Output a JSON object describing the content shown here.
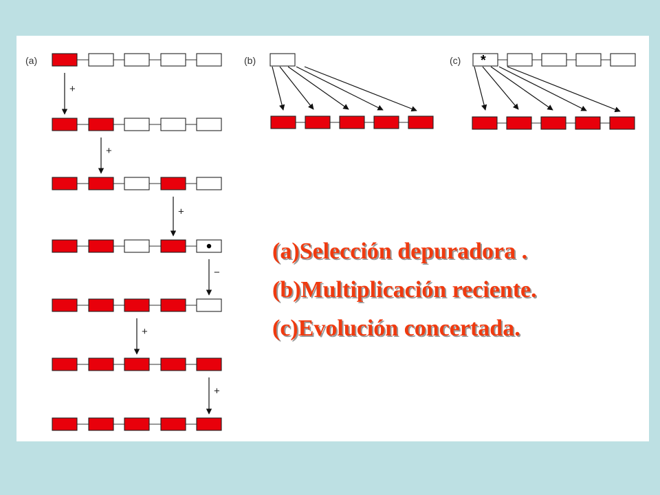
{
  "colors": {
    "background": "#bde0e3",
    "panel": "#ffffff",
    "box_filled": "#e8000b",
    "box_outline": "#222222",
    "legend_text": "#f03a0f"
  },
  "panel_labels": {
    "a": "(a)",
    "b": "(b)",
    "c": "(c)"
  },
  "panel_a": {
    "rows": [
      [
        "filled",
        "empty",
        "empty",
        "empty",
        "empty"
      ],
      [
        "filled",
        "filled",
        "empty",
        "empty",
        "empty"
      ],
      [
        "filled",
        "filled",
        "empty",
        "filled",
        "empty"
      ],
      [
        "filled",
        "filled",
        "empty",
        "filled",
        "dot"
      ],
      [
        "filled",
        "filled",
        "filled",
        "filled",
        "empty"
      ],
      [
        "filled",
        "filled",
        "filled",
        "filled",
        "filled"
      ],
      [
        "filled",
        "filled",
        "filled",
        "filled",
        "filled"
      ]
    ],
    "steps": [
      {
        "sign": "+",
        "box_index": 0
      },
      {
        "sign": "+",
        "box_index": 1
      },
      {
        "sign": "+",
        "box_index": 3
      },
      {
        "sign": "−",
        "box_index": 4
      },
      {
        "sign": "+",
        "box_index": 2
      },
      {
        "sign": "+",
        "box_index": 4
      }
    ]
  },
  "panel_b": {
    "source": "empty",
    "targets": [
      "filled",
      "filled",
      "filled",
      "filled",
      "filled"
    ]
  },
  "panel_c": {
    "source_row": [
      "star",
      "empty",
      "empty",
      "empty",
      "empty"
    ],
    "star_symbol": "*",
    "targets": [
      "filled",
      "filled",
      "filled",
      "filled",
      "filled"
    ]
  },
  "legend": [
    "(a)Selección depuradora .",
    "(b)Multiplicación reciente.",
    "(c)Evolución concertada."
  ]
}
